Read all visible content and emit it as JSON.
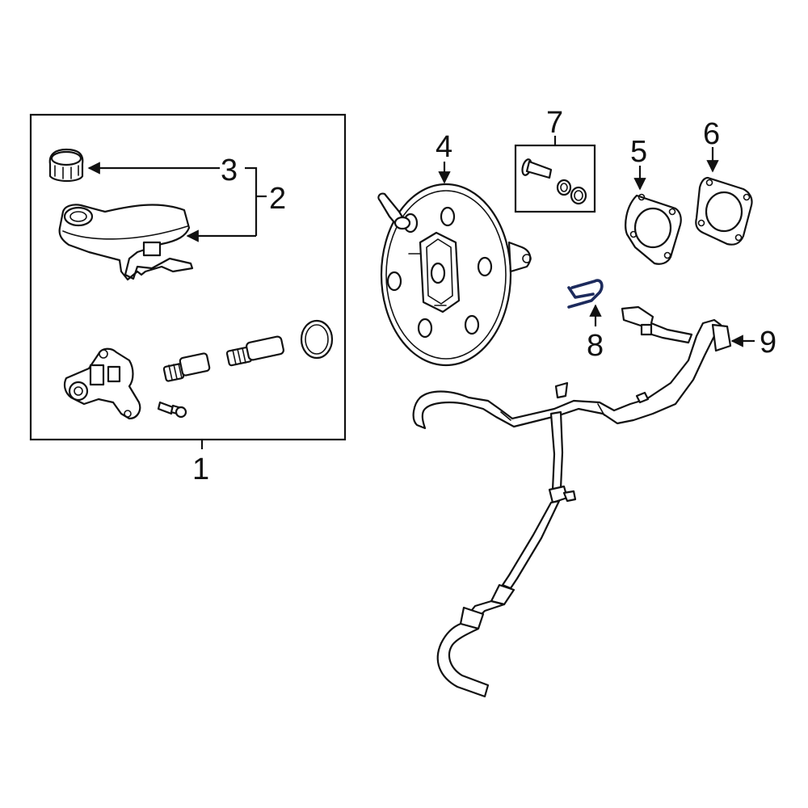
{
  "callouts": {
    "c1": "1",
    "c2": "2",
    "c3": "3",
    "c4": "4",
    "c5": "5",
    "c6": "6",
    "c7": "7",
    "c8": "8",
    "c9": "9"
  },
  "colors": {
    "line": "#111111",
    "highlight": "#1c2a5c",
    "background": "#ffffff"
  }
}
